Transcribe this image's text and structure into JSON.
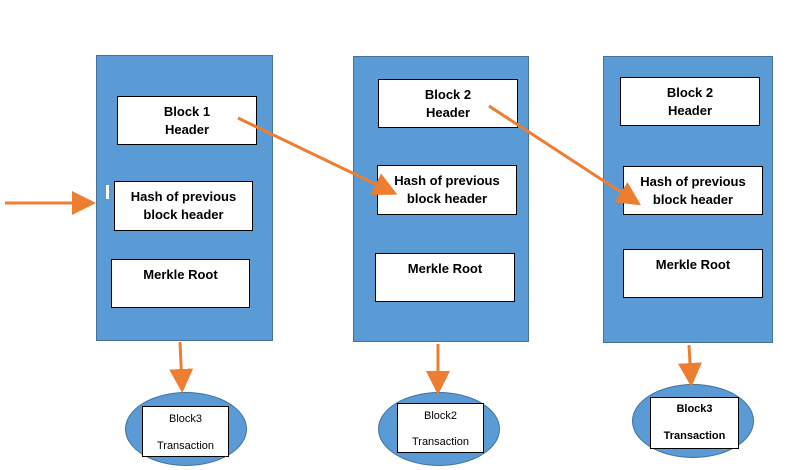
{
  "blocks": [
    {
      "header": [
        "Block 1",
        "Header"
      ],
      "hash": [
        "Hash of previous",
        "block header"
      ],
      "merkle": "Merkle Root",
      "transaction": [
        "Block3",
        "Transaction"
      ]
    },
    {
      "header": [
        "Block 2",
        "Header"
      ],
      "hash": [
        "Hash of previous",
        "block header"
      ],
      "merkle": "Merkle Root",
      "transaction": [
        "Block2",
        "Transaction"
      ]
    },
    {
      "header": [
        "Block 2",
        "Header"
      ],
      "hash": [
        "Hash of previous",
        "block header"
      ],
      "merkle": "Merkle Root",
      "transaction": [
        "Block3",
        "Transaction"
      ]
    }
  ],
  "colors": {
    "block_fill": "#5b9bd5",
    "arrow": "#ed7d31",
    "box_fill": "#ffffff"
  }
}
